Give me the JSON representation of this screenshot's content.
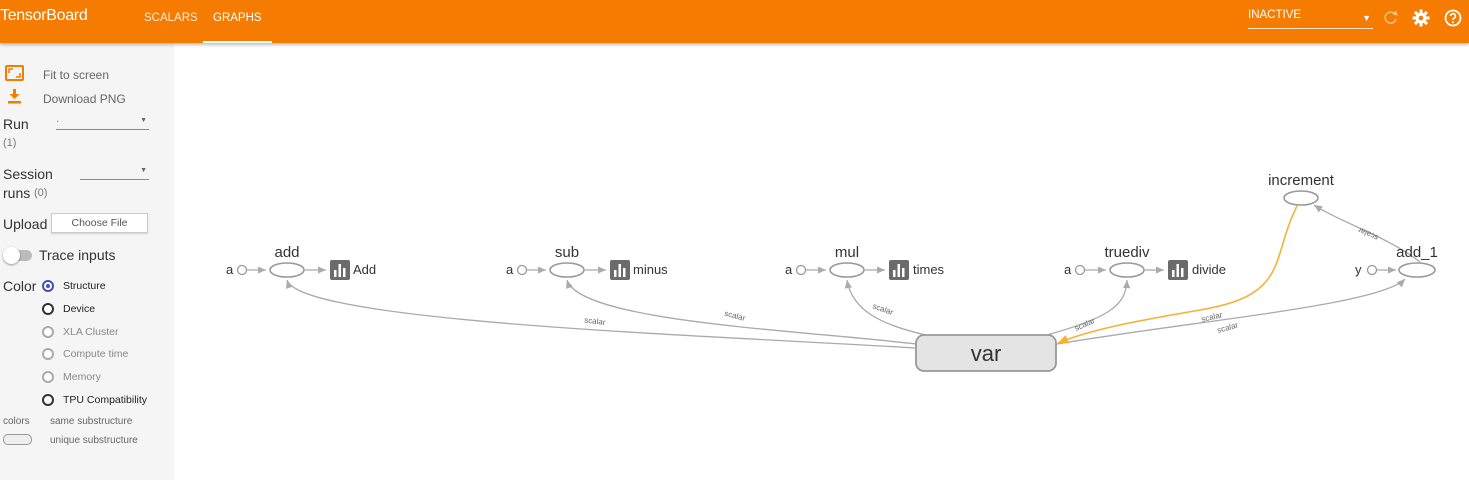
{
  "app": {
    "title": "TensorBoard"
  },
  "tabs": [
    {
      "label": "SCALARS",
      "active": false
    },
    {
      "label": "GRAPHS",
      "active": true
    }
  ],
  "header": {
    "status": "INACTIVE"
  },
  "sidebar": {
    "fit_label": "Fit to screen",
    "download_label": "Download PNG",
    "run_label": "Run",
    "run_count": "(1)",
    "run_value": ".",
    "session_label_1": "Session",
    "session_label_2": "runs",
    "session_count": "(0)",
    "upload_label": "Upload",
    "choose_file": "Choose File",
    "trace_label": "Trace inputs",
    "color_label": "Color",
    "color_options": [
      {
        "label": "Structure",
        "checked": true,
        "enabled": true
      },
      {
        "label": "Device",
        "checked": false,
        "enabled": true
      },
      {
        "label": "XLA Cluster",
        "checked": false,
        "enabled": false
      },
      {
        "label": "Compute time",
        "checked": false,
        "enabled": false
      },
      {
        "label": "Memory",
        "checked": false,
        "enabled": false
      },
      {
        "label": "TPU Compatibility",
        "checked": false,
        "enabled": true
      }
    ],
    "legend_colors": "colors",
    "legend_same": "same substructure",
    "legend_unique": "unique substructure"
  },
  "graph": {
    "groups": [
      {
        "op": "add",
        "input": "a",
        "output": "Add"
      },
      {
        "op": "sub",
        "input": "a",
        "output": "minus"
      },
      {
        "op": "mul",
        "input": "a",
        "output": "times"
      },
      {
        "op": "truediv",
        "input": "a",
        "output": "divide"
      }
    ],
    "add_1": {
      "op": "add_1",
      "input": "y"
    },
    "increment": "increment",
    "var": "var",
    "edge_label": "scalar"
  },
  "colors": {
    "accent": "#f57c00",
    "highlight_edge": "#f6b135"
  }
}
